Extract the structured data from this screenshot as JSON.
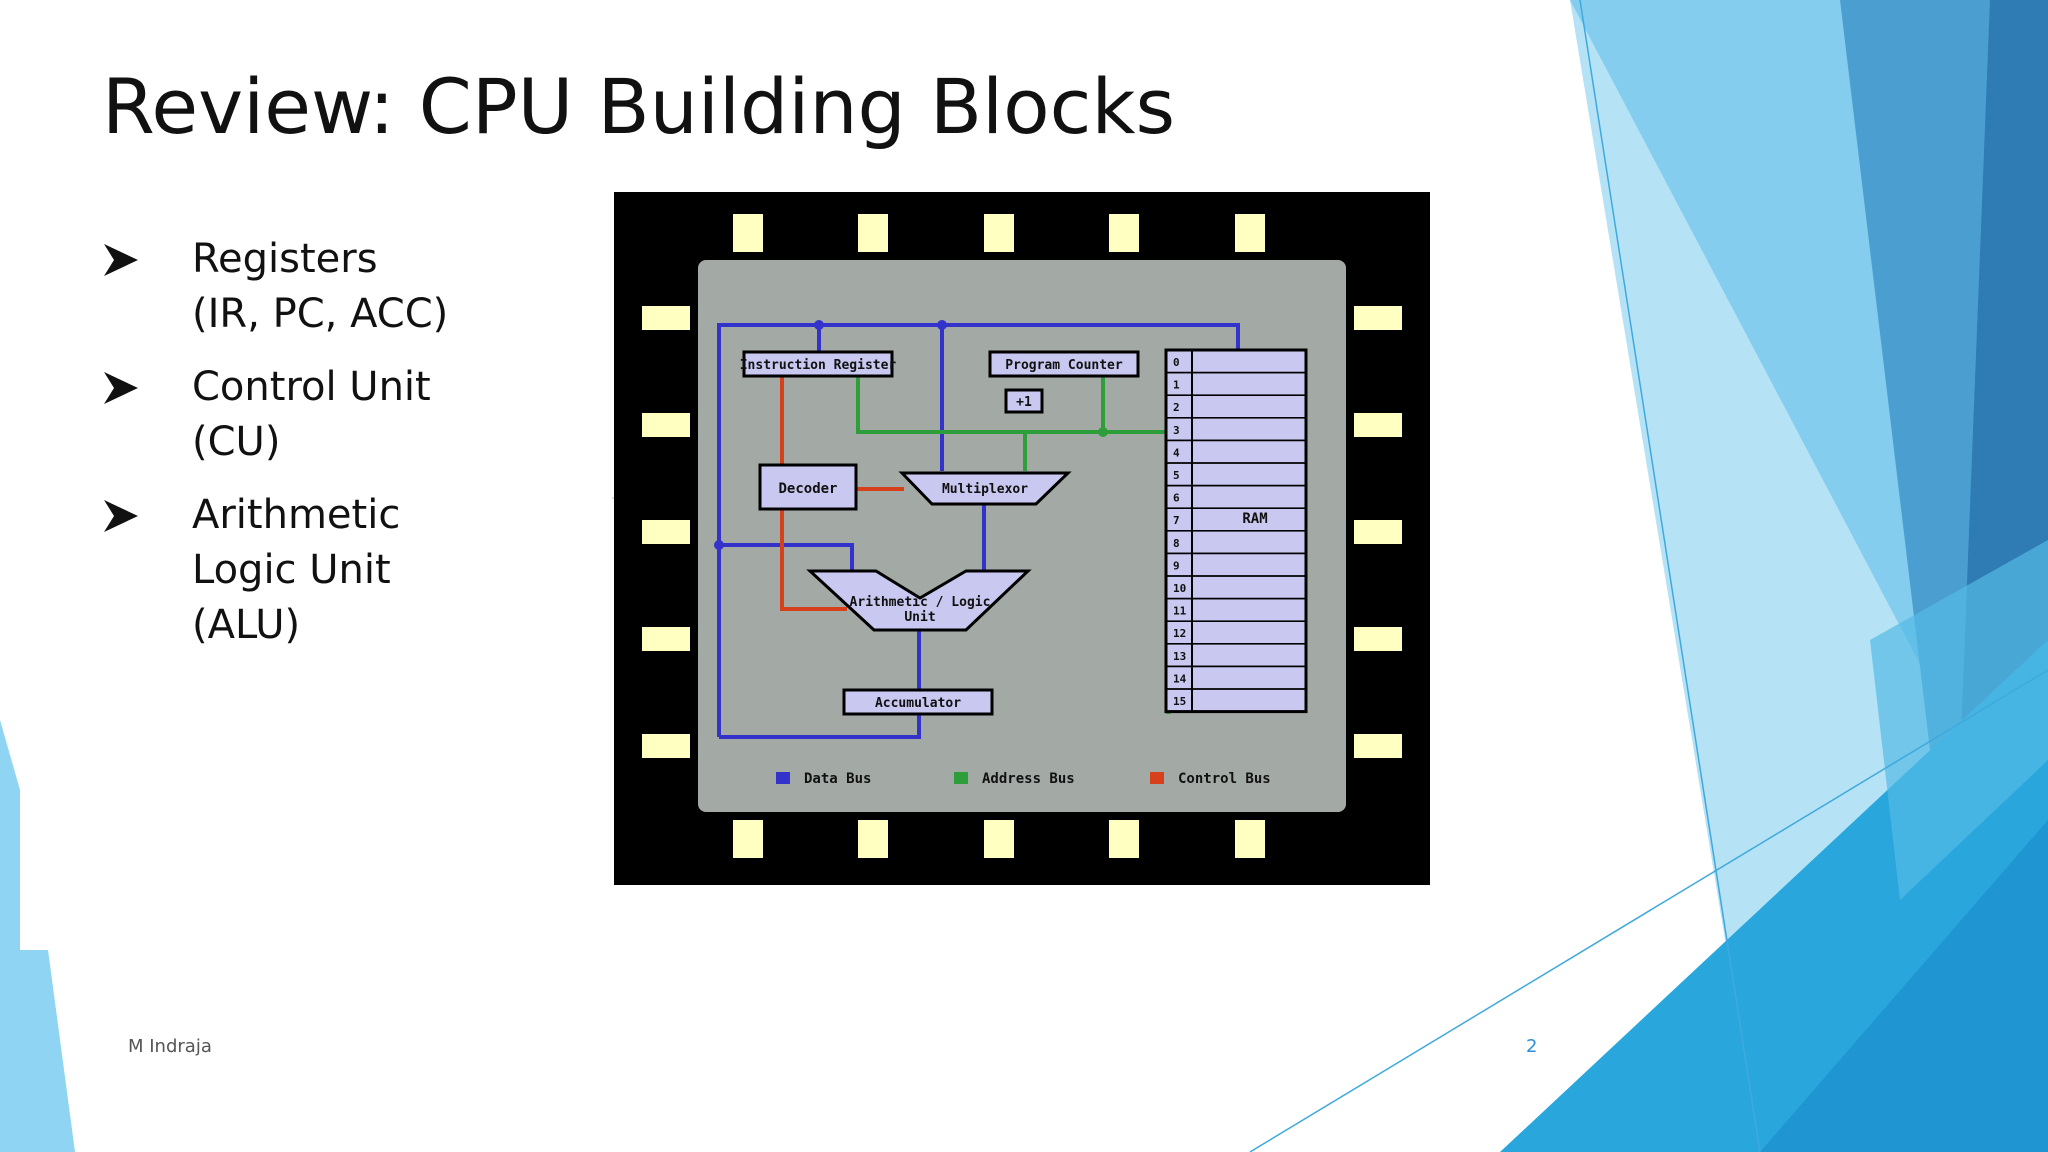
{
  "slide": {
    "title": "Review: CPU Building Blocks",
    "bullets": [
      {
        "lines": [
          "Registers",
          "(IR, PC, ACC)"
        ]
      },
      {
        "lines": [
          "Control Unit",
          "(CU)"
        ]
      },
      {
        "lines": [
          "Arithmetic",
          "Logic Unit",
          "(ALU)"
        ]
      }
    ],
    "author": "M Indraja",
    "page_number": "2"
  },
  "diagram": {
    "instruction_register": "Instruction Register",
    "program_counter": "Program Counter",
    "increment": "+1",
    "decoder": "Decoder",
    "multiplexor": "Multiplexor",
    "alu_line1": "Arithmetic / Logic",
    "alu_line2": "Unit",
    "accumulator": "Accumulator",
    "ram_label": "RAM",
    "ram_addresses": [
      "0",
      "1",
      "2",
      "3",
      "4",
      "5",
      "6",
      "7",
      "8",
      "9",
      "10",
      "11",
      "12",
      "13",
      "14",
      "15"
    ],
    "legend": [
      {
        "label": "Data Bus",
        "color": "#3333cc"
      },
      {
        "label": "Address Bus",
        "color": "#2e9e3a"
      },
      {
        "label": "Control Bus",
        "color": "#d6401a"
      }
    ]
  },
  "theme": {
    "accent_blue": "#2e8fd6",
    "chip_body": "#a3aaa6",
    "pin_color": "#ffffc2",
    "data_bus": "#3333cc",
    "address_bus": "#2e9e3a",
    "control_bus": "#d6401a"
  }
}
